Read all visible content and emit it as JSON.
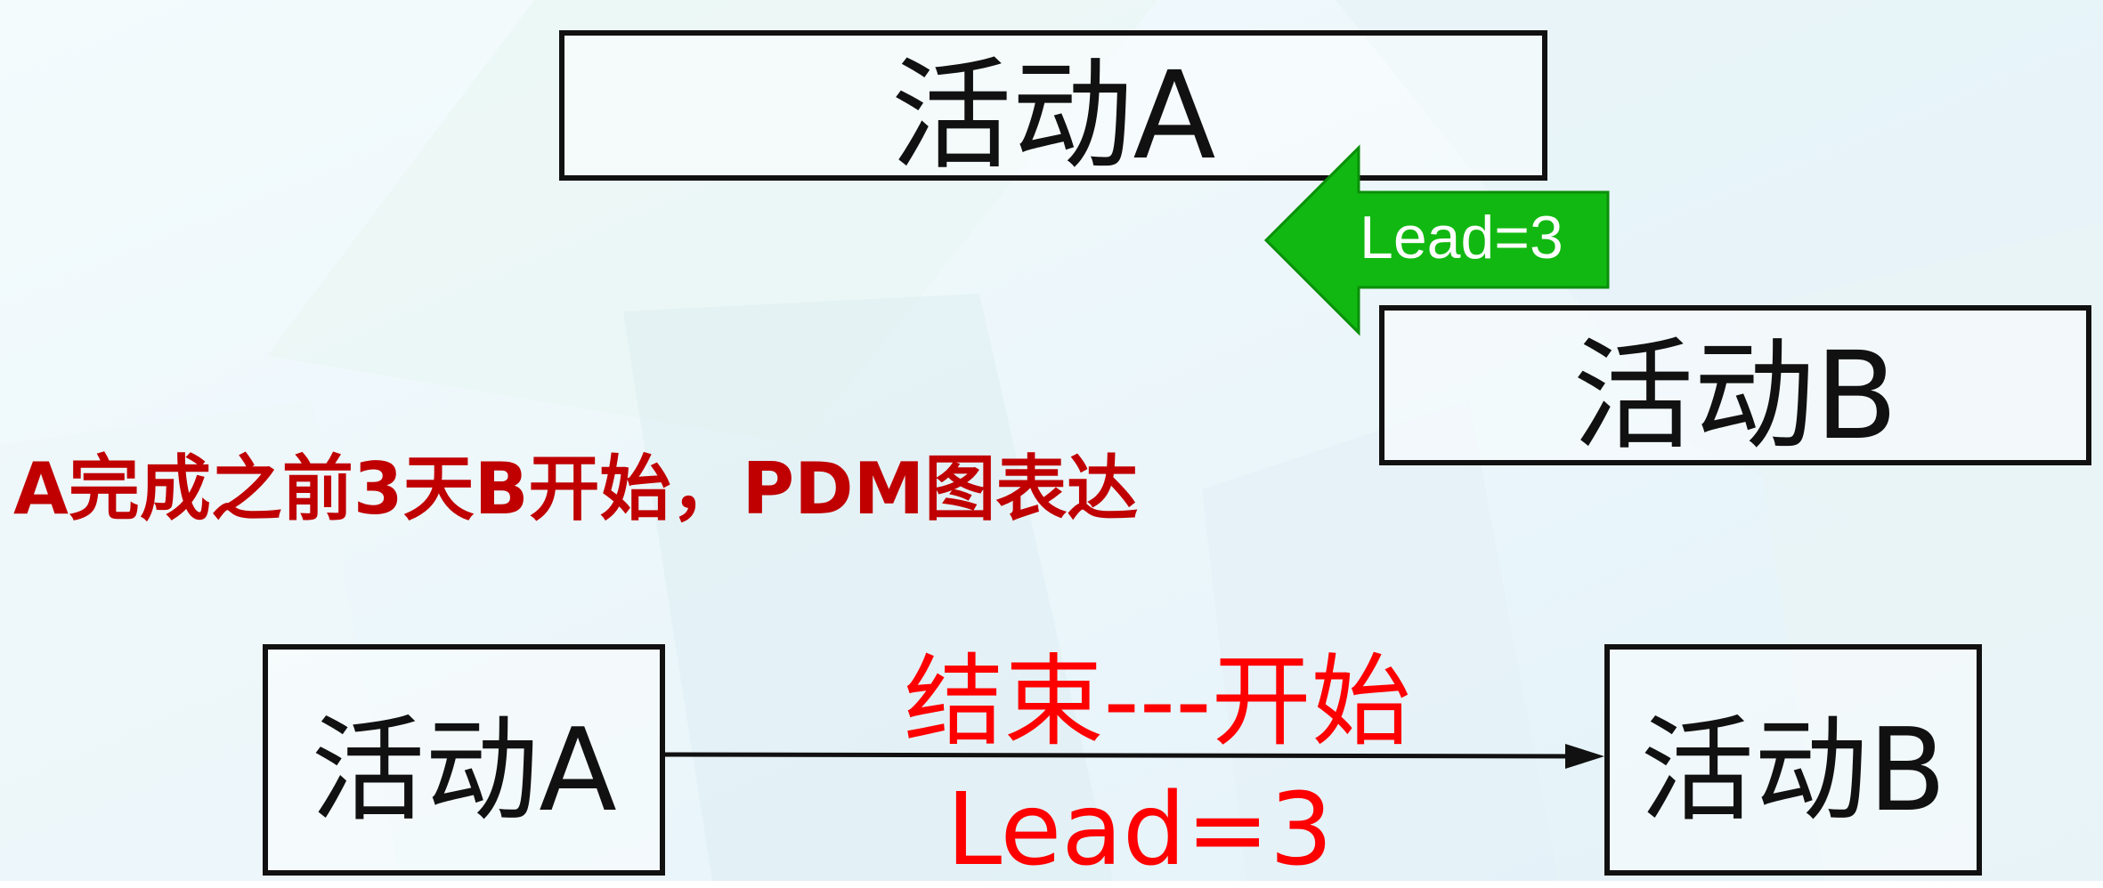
{
  "diagram": {
    "top": {
      "activity_a": "活动A",
      "activity_b": "活动B",
      "lead_arrow_label": "Lead=3",
      "lead_arrow_color": "#11b811"
    },
    "title": "A完成之前3天B开始，PDM图表达",
    "bottom": {
      "activity_a": "活动A",
      "activity_b": "活动B",
      "relation": "结束---开始",
      "lead": "Lead=3"
    },
    "colors": {
      "title": "#c00000",
      "relation_text": "#ff0000",
      "box_border": "#111111"
    }
  }
}
